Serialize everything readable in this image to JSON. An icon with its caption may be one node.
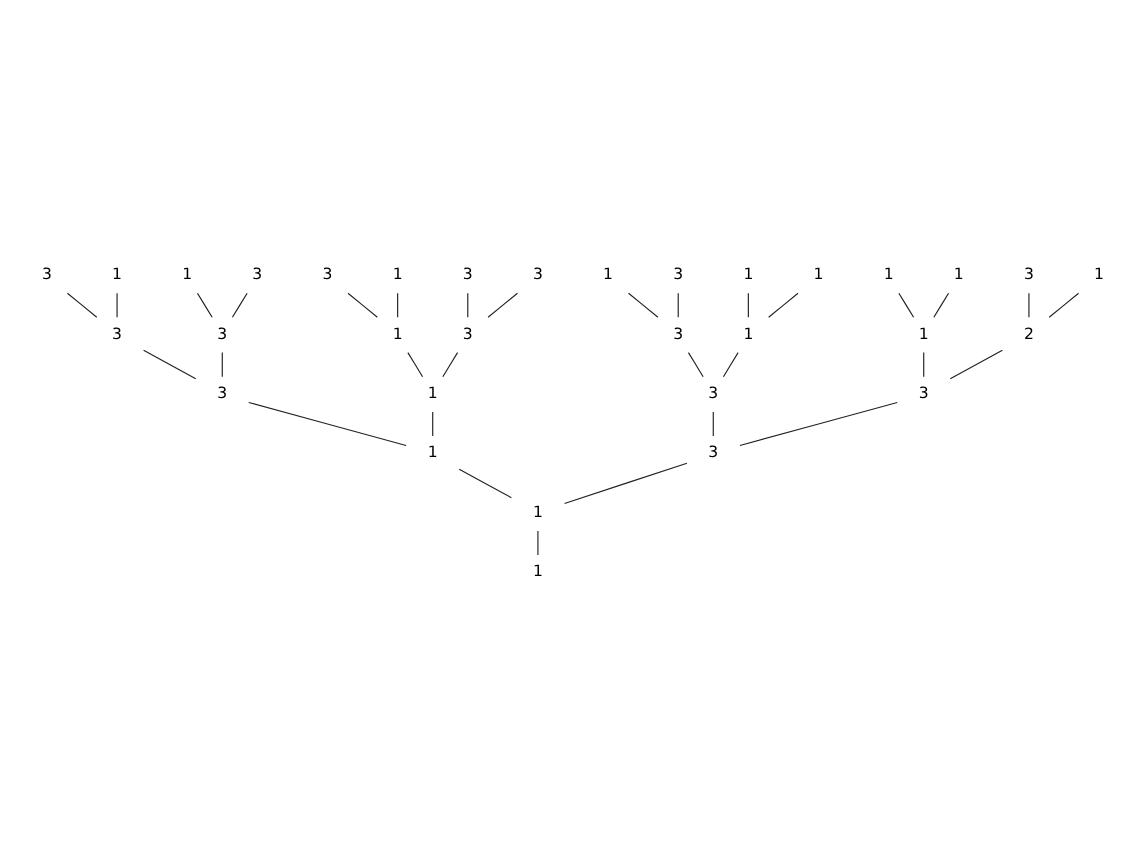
{
  "diagram": {
    "nodes": [
      {
        "text": [
          "3"
        ]
      },
      {
        "text": [
          "1"
        ]
      },
      {
        "text": [
          "1"
        ]
      },
      {
        "text": [
          "3"
        ]
      },
      {
        "text": [
          "1"
        ]
      },
      {
        "text": [
          "3"
        ]
      },
      {
        "text": [
          "1"
        ]
      },
      {
        "text": [
          "1"
        ]
      },
      {
        "text": [
          "3"
        ]
      },
      {
        "text": [
          "3"
        ]
      },
      {
        "text": [
          "3"
        ]
      },
      {
        "text": [
          "1"
        ]
      },
      {
        "text": [
          "3"
        ]
      },
      {
        "text": [
          "1"
        ]
      },
      {
        "text": [
          "1"
        ]
      },
      {
        "text": [
          "1"
        ]
      },
      {
        "text": [
          "3"
        ]
      },
      {
        "text": [
          "3"
        ]
      },
      {
        "text": [
          "1"
        ]
      },
      {
        "text": [
          "3"
        ]
      },
      {
        "text": [
          "1"
        ]
      },
      {
        "text": [
          "1"
        ]
      },
      {
        "text": [
          "1"
        ]
      },
      {
        "text": [
          "2"
        ]
      },
      {
        "text": [
          "3"
        ]
      },
      {
        "text": [
          "3"
        ]
      },
      {
        "text": [
          "3"
        ]
      },
      {
        "text": [
          "3"
        ]
      },
      {
        "text": [
          "3"
        ]
      },
      {
        "text": [
          "1"
        ]
      },
      {
        "text": [
          "1"
        ]
      },
      {
        "text": [
          "1"
        ]
      }
    ],
    "edges": [
      {
        "from": 31,
        "to": 30,
        "arrow": "none"
      },
      {
        "from": 30,
        "to": 29,
        "arrow": "none"
      },
      {
        "from": 30,
        "to": 28,
        "arrow": "none"
      },
      {
        "from": 29,
        "to": 27,
        "arrow": "none"
      },
      {
        "from": 29,
        "to": 20,
        "arrow": "none"
      },
      {
        "from": 27,
        "to": 26,
        "arrow": "none"
      },
      {
        "from": 27,
        "to": 17,
        "arrow": "none"
      },
      {
        "from": 26,
        "to": 25,
        "arrow": "none"
      },
      {
        "from": 26,
        "to": 21,
        "arrow": "none"
      },
      {
        "from": 17,
        "to": 18,
        "arrow": "none"
      },
      {
        "from": 17,
        "to": 10,
        "arrow": "none"
      },
      {
        "from": 20,
        "to": 14,
        "arrow": "none"
      },
      {
        "from": 20,
        "to": 9,
        "arrow": "none"
      },
      {
        "from": 14,
        "to": 8,
        "arrow": "none"
      },
      {
        "from": 14,
        "to": 6,
        "arrow": "none"
      },
      {
        "from": 9,
        "to": 5,
        "arrow": "none"
      },
      {
        "from": 9,
        "to": 0,
        "arrow": "none"
      },
      {
        "from": 28,
        "to": 19,
        "arrow": "none"
      },
      {
        "from": 28,
        "to": 24,
        "arrow": "none"
      },
      {
        "from": 19,
        "to": 12,
        "arrow": "none"
      },
      {
        "from": 19,
        "to": 11,
        "arrow": "none"
      },
      {
        "from": 12,
        "to": 4,
        "arrow": "none"
      },
      {
        "from": 12,
        "to": 3,
        "arrow": "none"
      },
      {
        "from": 11,
        "to": 2,
        "arrow": "none"
      },
      {
        "from": 11,
        "to": 1,
        "arrow": "none"
      },
      {
        "from": 24,
        "to": 15,
        "arrow": "none"
      },
      {
        "from": 24,
        "to": 23,
        "arrow": "none"
      },
      {
        "from": 15,
        "to": 7,
        "arrow": "none"
      },
      {
        "from": 15,
        "to": 13,
        "arrow": "none"
      },
      {
        "from": 23,
        "to": 16,
        "arrow": "none"
      },
      {
        "from": 23,
        "to": 22,
        "arrow": "none"
      }
    ]
  }
}
